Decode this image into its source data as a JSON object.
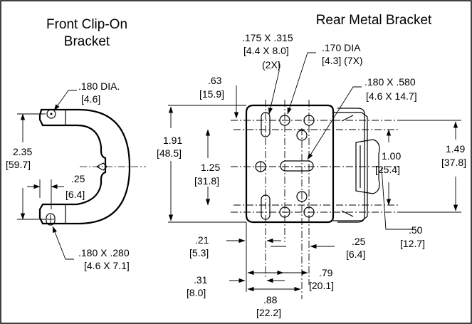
{
  "front": {
    "title_line1": "Front Clip-On",
    "title_line2": "Bracket",
    "hole_dia": ".180 DIA.",
    "hole_dia_mm": "[4.6]",
    "height": "2.35",
    "height_mm": "[59.7]",
    "offset": ".25",
    "offset_mm": "[6.4]",
    "slot": ".180 X .280",
    "slot_mm": "[4.6 X 7.1]"
  },
  "rear": {
    "title": "Rear Metal Bracket",
    "slot_small": ".175 X .315",
    "slot_small_mm": "[4.4 X 8.0]",
    "slot_small_qty": "(2X)",
    "hole_dia": ".170 DIA",
    "hole_dia_mm": "[4.3] (7X)",
    "slot_large": ".180 X .580",
    "slot_large_mm": "[4.6 X 14.7]",
    "dim_63": ".63",
    "dim_63_mm": "[15.9]",
    "dim_191": "1.91",
    "dim_191_mm": "[48.5]",
    "dim_125": "1.25",
    "dim_125_mm": "[31.8]",
    "dim_100": "1.00",
    "dim_100_mm": "[25.4]",
    "dim_149": "1.49",
    "dim_149_mm": "[37.8]",
    "dim_50": ".50",
    "dim_50_mm": "[12.7]",
    "dim_21": ".21",
    "dim_21_mm": "[5.3]",
    "dim_25": ".25",
    "dim_25_mm": "[6.4]",
    "dim_31": ".31",
    "dim_31_mm": "[8.0]",
    "dim_79": ".79",
    "dim_79_mm": "[20.1]",
    "dim_88": ".88",
    "dim_88_mm": "[22.2]"
  }
}
